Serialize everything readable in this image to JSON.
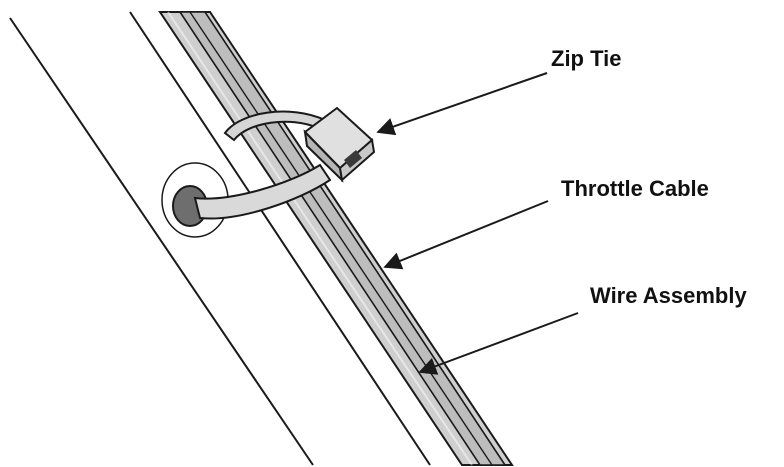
{
  "labels": {
    "zip_tie": "Zip Tie",
    "throttle_cable": "Throttle Cable",
    "wire_assembly": "Wire Assembly"
  },
  "colors": {
    "line": "#1a1a1a",
    "cable_fill": "#c9c9c9",
    "tie_fill": "#d6d6d6",
    "grommet_fill": "#6e6e6e",
    "background": "#ffffff"
  },
  "icons": [
    "zip-tie-icon",
    "grommet-icon",
    "callout-arrow-icon"
  ]
}
